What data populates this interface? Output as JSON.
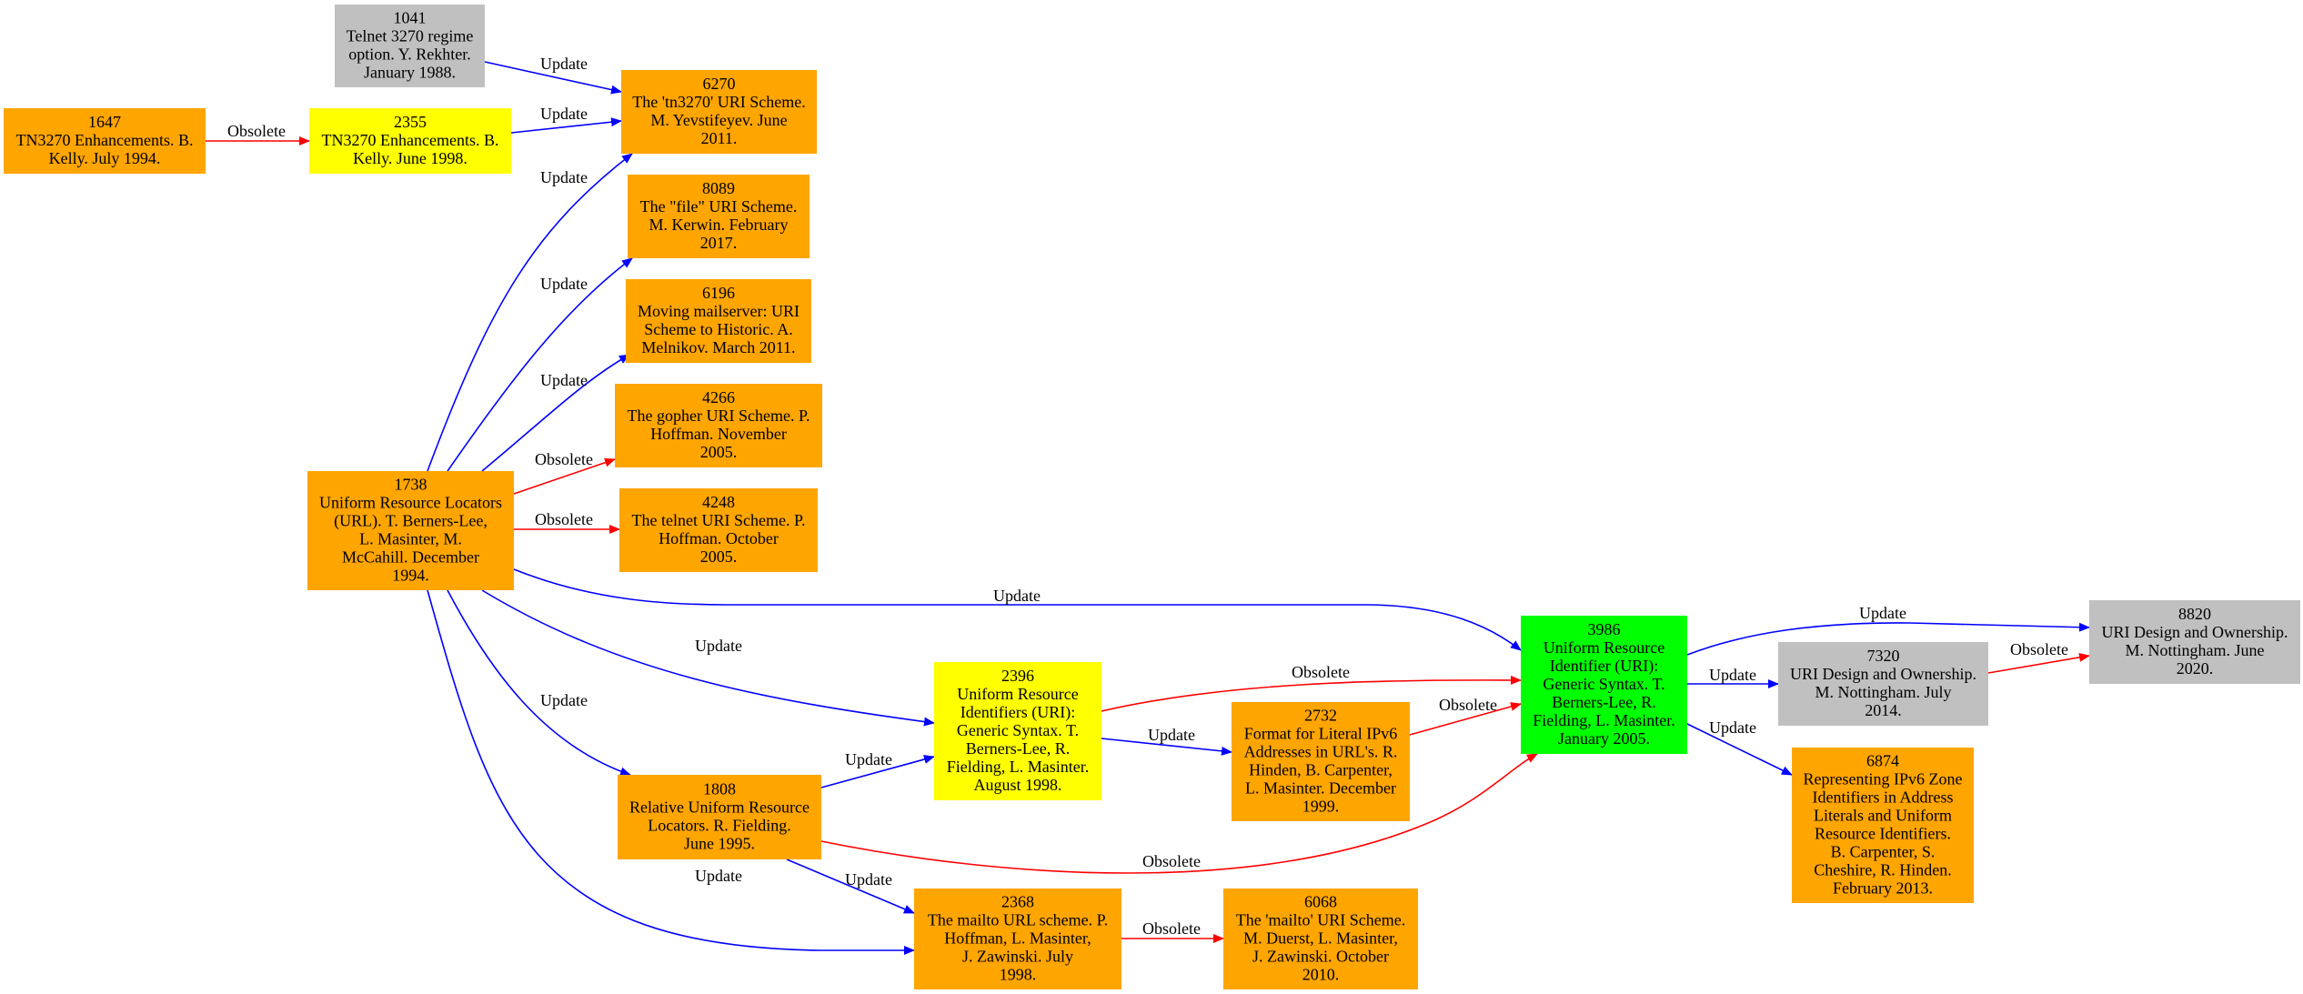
{
  "colors": {
    "orange": "#ffa500",
    "yellow": "#ffff00",
    "gray": "#c0c0c0",
    "green": "#00ff00",
    "update_edge": "#0000ff",
    "obsolete_edge": "#ff0000"
  },
  "nodes": [
    {
      "id": "1041",
      "color": "gray",
      "lines": [
        "1041",
        "Telnet 3270 regime",
        "option. Y. Rekhter.",
        "January 1988."
      ]
    },
    {
      "id": "1647",
      "color": "orange",
      "lines": [
        "1647",
        "TN3270 Enhancements. B.",
        "Kelly. July 1994."
      ]
    },
    {
      "id": "2355",
      "color": "yellow",
      "lines": [
        "2355",
        "TN3270 Enhancements. B.",
        "Kelly. June 1998."
      ]
    },
    {
      "id": "6270",
      "color": "orange",
      "lines": [
        "6270",
        "The 'tn3270' URI Scheme.",
        "M. Yevstifeyev. June",
        "2011."
      ]
    },
    {
      "id": "8089",
      "color": "orange",
      "lines": [
        "8089",
        "The \"file\" URI Scheme.",
        "M. Kerwin. February",
        "2017."
      ]
    },
    {
      "id": "6196",
      "color": "orange",
      "lines": [
        "6196",
        "Moving mailserver: URI",
        "Scheme to Historic. A.",
        "Melnikov. March 2011."
      ]
    },
    {
      "id": "4266",
      "color": "orange",
      "lines": [
        "4266",
        "The gopher URI Scheme. P.",
        "Hoffman. November",
        "2005."
      ]
    },
    {
      "id": "4248",
      "color": "orange",
      "lines": [
        "4248",
        "The telnet URI Scheme. P.",
        "Hoffman. October",
        "2005."
      ]
    },
    {
      "id": "1738",
      "color": "orange",
      "lines": [
        "1738",
        "Uniform Resource Locators",
        "(URL). T. Berners-Lee,",
        "L. Masinter, M.",
        "McCahill. December",
        "1994."
      ]
    },
    {
      "id": "2396",
      "color": "yellow",
      "lines": [
        "2396",
        "Uniform Resource",
        "Identifiers (URI):",
        "Generic Syntax. T.",
        "Berners-Lee, R.",
        "Fielding, L. Masinter.",
        "August 1998."
      ]
    },
    {
      "id": "2732",
      "color": "orange",
      "lines": [
        "2732",
        "Format for Literal IPv6",
        "Addresses in URL's. R.",
        "Hinden, B. Carpenter,",
        "L. Masinter. December",
        "1999."
      ]
    },
    {
      "id": "1808",
      "color": "orange",
      "lines": [
        "1808",
        "Relative Uniform Resource",
        "Locators. R. Fielding.",
        "June 1995."
      ]
    },
    {
      "id": "2368",
      "color": "orange",
      "lines": [
        "2368",
        "The mailto URL scheme. P.",
        "Hoffman, L. Masinter,",
        "J. Zawinski. July",
        "1998."
      ]
    },
    {
      "id": "6068",
      "color": "orange",
      "lines": [
        "6068",
        "The 'mailto' URI Scheme.",
        "M. Duerst, L. Masinter,",
        "J. Zawinski. October",
        "2010."
      ]
    },
    {
      "id": "3986",
      "color": "green",
      "lines": [
        "3986",
        "Uniform Resource",
        "Identifier (URI):",
        "Generic Syntax. T.",
        "Berners-Lee, R.",
        "Fielding, L. Masinter.",
        "January 2005."
      ]
    },
    {
      "id": "7320",
      "color": "gray",
      "lines": [
        "7320",
        "URI Design and Ownership.",
        "M. Nottingham. July",
        "2014."
      ]
    },
    {
      "id": "8820",
      "color": "gray",
      "lines": [
        "8820",
        "URI Design and Ownership.",
        "M. Nottingham. June",
        "2020."
      ]
    },
    {
      "id": "6874",
      "color": "orange",
      "lines": [
        "6874",
        "Representing IPv6 Zone",
        "Identifiers in Address",
        "Literals and Uniform",
        "Resource Identifiers.",
        "B. Carpenter, S.",
        "Cheshire, R. Hinden.",
        "February 2013."
      ]
    }
  ],
  "edges": [
    {
      "from": "1041",
      "to": "6270",
      "type": "update",
      "label": "Update"
    },
    {
      "from": "2355",
      "to": "6270",
      "type": "update",
      "label": "Update"
    },
    {
      "from": "1647",
      "to": "2355",
      "type": "obsolete",
      "label": "Obsolete"
    },
    {
      "from": "1738",
      "to": "6270",
      "type": "update",
      "label": "Update"
    },
    {
      "from": "1738",
      "to": "8089",
      "type": "update",
      "label": "Update"
    },
    {
      "from": "1738",
      "to": "6196",
      "type": "update",
      "label": "Update"
    },
    {
      "from": "1738",
      "to": "4266",
      "type": "obsolete",
      "label": "Obsolete"
    },
    {
      "from": "1738",
      "to": "4248",
      "type": "obsolete",
      "label": "Obsolete"
    },
    {
      "from": "1738",
      "to": "3986",
      "type": "update",
      "label": "Update"
    },
    {
      "from": "1738",
      "to": "2396",
      "type": "update",
      "label": "Update"
    },
    {
      "from": "1738",
      "to": "1808",
      "type": "update",
      "label": "Update"
    },
    {
      "from": "1738",
      "to": "2368",
      "type": "update",
      "label": "Update"
    },
    {
      "from": "1808",
      "to": "2396",
      "type": "update",
      "label": "Update"
    },
    {
      "from": "1808",
      "to": "2368",
      "type": "update",
      "label": "Update"
    },
    {
      "from": "1808",
      "to": "3986",
      "type": "obsolete",
      "label": "Obsolete"
    },
    {
      "from": "2396",
      "to": "3986",
      "type": "obsolete",
      "label": "Obsolete"
    },
    {
      "from": "2396",
      "to": "2732",
      "type": "update",
      "label": "Update"
    },
    {
      "from": "2732",
      "to": "3986",
      "type": "obsolete",
      "label": "Obsolete"
    },
    {
      "from": "2368",
      "to": "6068",
      "type": "obsolete",
      "label": "Obsolete"
    },
    {
      "from": "3986",
      "to": "8820",
      "type": "update",
      "label": "Update"
    },
    {
      "from": "3986",
      "to": "7320",
      "type": "update",
      "label": "Update"
    },
    {
      "from": "3986",
      "to": "6874",
      "type": "update",
      "label": "Update"
    },
    {
      "from": "7320",
      "to": "8820",
      "type": "obsolete",
      "label": "Obsolete"
    }
  ]
}
